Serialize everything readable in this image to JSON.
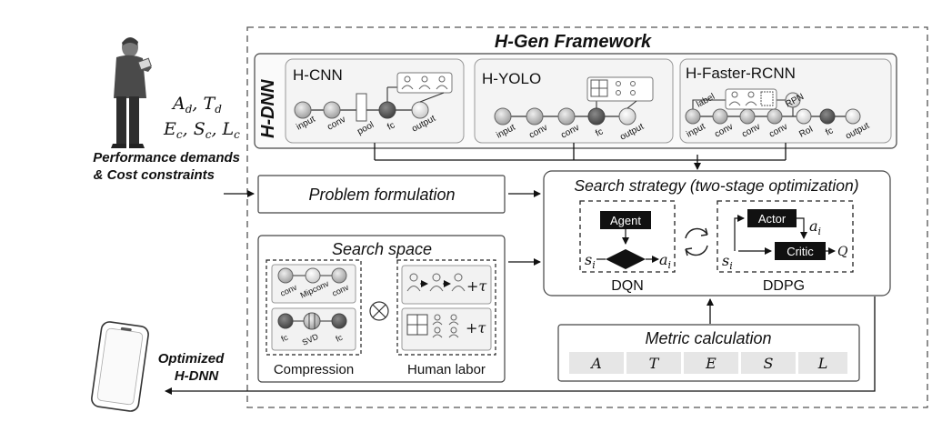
{
  "framework": {
    "title": "H-Gen Framework",
    "hdnn_label": "H-DNN"
  },
  "user": {
    "metrics_line1": "A_d, T_d",
    "metrics_line2": "E_c, S_c, L_c",
    "caption_line1": "Performance demands",
    "caption_line2": "& Cost constraints"
  },
  "models": {
    "hcnn": {
      "title": "H-CNN",
      "nodes": [
        "input",
        "conv",
        "pool",
        "fc",
        "output"
      ]
    },
    "hyolo": {
      "title": "H-YOLO",
      "nodes": [
        "input",
        "conv",
        "conv",
        "fc",
        "output"
      ]
    },
    "hfrcnn": {
      "title": "H-Faster-RCNN",
      "nodes": [
        "input",
        "conv",
        "conv",
        "conv",
        "RoI",
        "fc",
        "output"
      ],
      "extra": [
        "label",
        "RPN"
      ]
    }
  },
  "problem": {
    "label": "Problem formulation"
  },
  "search_strategy": {
    "title": "Search strategy (two-stage optimization)",
    "dqn": {
      "agent": "Agent",
      "state": "s_i",
      "action": "a_i",
      "caption": "DQN"
    },
    "ddpg": {
      "actor": "Actor",
      "critic": "Critic",
      "action": "a_i",
      "state": "s_i",
      "q": "Q",
      "caption": "DDPG"
    }
  },
  "search_space": {
    "title": "Search space",
    "compression": {
      "caption": "Compression",
      "row1": [
        "conv",
        "Mipconv",
        "conv"
      ],
      "row2": [
        "fc",
        "SVD",
        "fc"
      ]
    },
    "human": {
      "caption": "Human labor",
      "tau": "+τ"
    }
  },
  "metric": {
    "title": "Metric calculation",
    "cells": [
      "A",
      "T",
      "E",
      "S",
      "L"
    ]
  },
  "output": {
    "line1": "Optimized",
    "line2": "H-DNN"
  },
  "colors": {
    "dashed_border": "#555555",
    "panel_fill": "#f6f6f6",
    "metric_cell": "#e6e6e6",
    "dark_node": "#555555",
    "black_box": "#111111"
  }
}
